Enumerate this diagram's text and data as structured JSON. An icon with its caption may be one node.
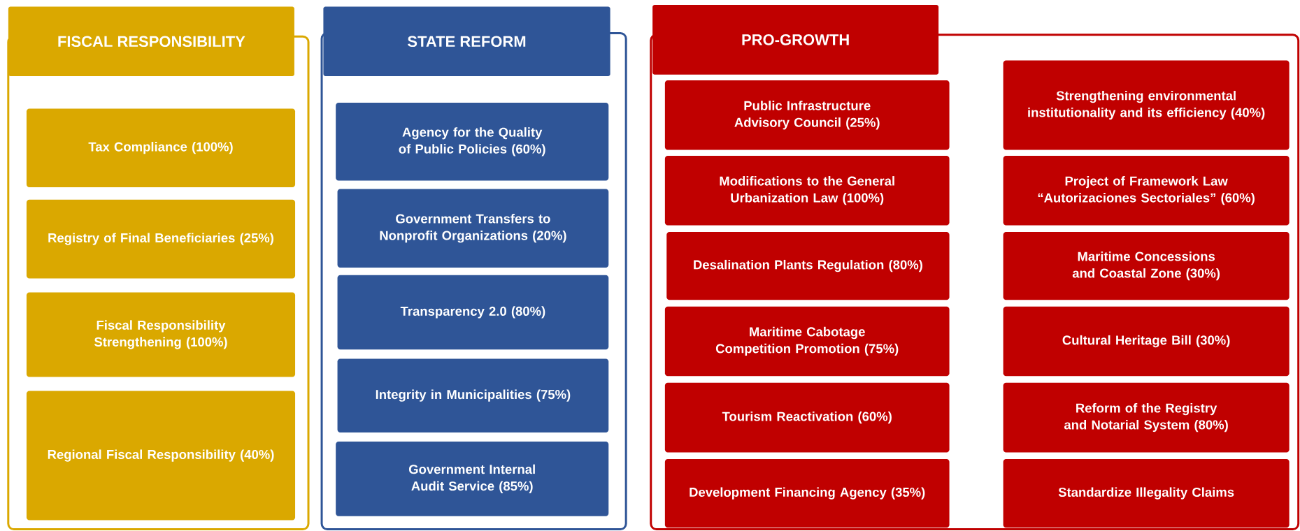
{
  "diagram": {
    "nodes": [
      {
        "text": [
          "FISCAL RESPONSIBILITY"
        ]
      },
      {
        "text": [],
        "shape": "box"
      },
      {
        "text": [
          "Tax Compliance (100%)"
        ],
        "in": 1
      },
      {
        "text": [
          "Registry of Final Beneficiaries (25%)"
        ],
        "in": 1
      },
      {
        "text": [
          "Fiscal Responsibility Strengthening (100%)"
        ],
        "in": 1
      },
      {
        "text": [
          "Regional Fiscal Responsibility (40%)"
        ],
        "in": 1
      },
      {
        "text": [
          "STATE REFORM"
        ]
      },
      {
        "text": [],
        "shape": "box"
      },
      {
        "text": [
          "Agency for the Quality of Public Policies (60%)"
        ],
        "in": 7
      },
      {
        "text": [
          "Government Transfers to Nonprofit Organizations (20%)"
        ],
        "in": 7
      },
      {
        "text": [
          "Transparency 2.0 (80%)"
        ],
        "in": 7
      },
      {
        "text": [
          "Integrity in Municipalities (75%)"
        ],
        "in": 7
      },
      {
        "text": [
          "Government Internal Audit Service (85%)"
        ],
        "in": 7
      },
      {
        "text": [
          "PRO-GROWTH"
        ]
      },
      {
        "text": [],
        "shape": "box"
      },
      {
        "text": [
          "Public Infrastructure Advisory Council (25%)"
        ],
        "in": 14
      },
      {
        "text": [
          "Strengthening environmental institutionality and its efficiency (40%)"
        ],
        "in": 14
      },
      {
        "text": [
          "Modifications to the General Urbanization Law (100%)"
        ],
        "in": 14
      },
      {
        "text": [
          "Project of Framework Law “Autorizaciones Sectoriales” (60%)"
        ],
        "in": 14
      },
      {
        "text": [
          "Desalination Plants Regulation (80%)"
        ],
        "in": 14
      },
      {
        "text": [
          "Maritime Concessions and Coastal Zone (30%)"
        ],
        "in": 14
      },
      {
        "text": [
          "Maritime Cabotage Competition Promotion (75%)"
        ],
        "in": 14
      },
      {
        "text": [
          "Cultural Heritage Bill (30%)"
        ],
        "in": 14
      },
      {
        "text": [
          "Tourism Reactivation (60%)"
        ],
        "in": 14
      },
      {
        "text": [
          "Reform of the Registry and Notarial System (80%)"
        ],
        "in": 14
      },
      {
        "text": [
          "Development Financing Agency (35%)"
        ],
        "in": 14
      },
      {
        "text": [
          "Standardize Illegality Claims"
        ],
        "in": 14
      }
    ]
  }
}
